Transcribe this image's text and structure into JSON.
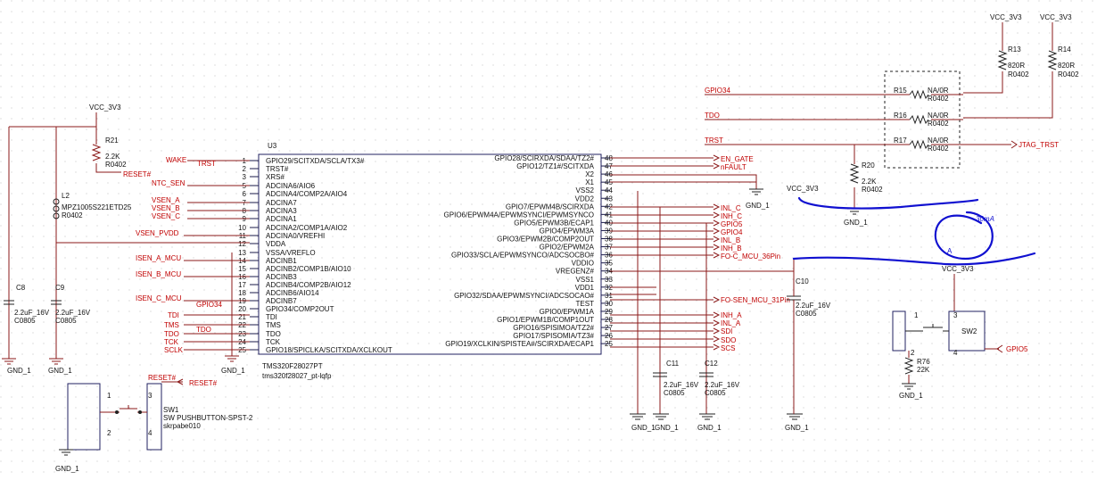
{
  "ic": {
    "ref": "U3",
    "part": "TMS320F28027PT",
    "footprint": "tms320f28027_pt-lqfp",
    "left_pins": [
      {
        "num": "1",
        "name": "GPIO29/SCITXDA/SCLA/TX3#"
      },
      {
        "num": "2",
        "name": "TRST#"
      },
      {
        "num": "3",
        "name": "XRS#"
      },
      {
        "num": "5",
        "name": "ADCINA6/AIO6"
      },
      {
        "num": "6",
        "name": "ADCINA4/COMP2A/AIO4"
      },
      {
        "num": "7",
        "name": "ADCINA7"
      },
      {
        "num": "8",
        "name": "ADCINA3"
      },
      {
        "num": "9",
        "name": "ADCINA1"
      },
      {
        "num": "10",
        "name": "ADCINA2/COMP1A/AIO2"
      },
      {
        "num": "11",
        "name": "ADCINA0/VREFHI"
      },
      {
        "num": "12",
        "name": "VDDA"
      },
      {
        "num": "13",
        "name": "VSSA/VREFLO"
      },
      {
        "num": "14",
        "name": "ADCINB1"
      },
      {
        "num": "15",
        "name": "ADCINB2/COMP1B/AIO10"
      },
      {
        "num": "16",
        "name": "ADCINB3"
      },
      {
        "num": "17",
        "name": "ADCINB4/COMP2B/AIO12"
      },
      {
        "num": "18",
        "name": "ADCINB6/AIO14"
      },
      {
        "num": "19",
        "name": "ADCINB7"
      },
      {
        "num": "20",
        "name": "GPIO34/COMP2OUT"
      },
      {
        "num": "21",
        "name": "TDI"
      },
      {
        "num": "22",
        "name": "TMS"
      },
      {
        "num": "23",
        "name": "TDO"
      },
      {
        "num": "24",
        "name": "TCK"
      },
      {
        "num": "25",
        "name": "GPIO18/SPICLKA/SCITXDA/XCLKOUT"
      }
    ],
    "right_pins": [
      {
        "num": "48",
        "name": "GPIO28/SCIRXDA/SDAA/TZ2#"
      },
      {
        "num": "47",
        "name": "GPIO12/TZ1#/SCITXDA"
      },
      {
        "num": "46",
        "name": "X2"
      },
      {
        "num": "45",
        "name": "X1"
      },
      {
        "num": "44",
        "name": "VSS2"
      },
      {
        "num": "43",
        "name": "VDD2"
      },
      {
        "num": "42",
        "name": "GPIO7/EPWM4B/SCIRXDA"
      },
      {
        "num": "41",
        "name": "GPIO6/EPWM4A/EPWMSYNCI/EPWMSYNCO"
      },
      {
        "num": "40",
        "name": "GPIO5/EPWM3B/ECAP1"
      },
      {
        "num": "39",
        "name": "GPIO4/EPWM3A"
      },
      {
        "num": "38",
        "name": "GPIO3/EPWM2B/COMP2OUT"
      },
      {
        "num": "37",
        "name": "GPIO2/EPWM2A"
      },
      {
        "num": "36",
        "name": "GPIO33/SCLA/EPWMSYNCO/ADCSOCBO#"
      },
      {
        "num": "35",
        "name": "VDDIO"
      },
      {
        "num": "34",
        "name": "VREGENZ#"
      },
      {
        "num": "33",
        "name": "VSS1"
      },
      {
        "num": "32",
        "name": "VDD1"
      },
      {
        "num": "31",
        "name": "GPIO32/SDAA/EPWMSYNCI/ADCSOCAO#"
      },
      {
        "num": "30",
        "name": "TEST"
      },
      {
        "num": "29",
        "name": "GPIO0/EPWM1A"
      },
      {
        "num": "28",
        "name": "GPIO1/EPWM1B/COMP1OUT"
      },
      {
        "num": "27",
        "name": "GPIO16/SPISIMOA/TZ2#"
      },
      {
        "num": "26",
        "name": "GPIO17/SPISOMIA/TZ3#"
      },
      {
        "num": "25",
        "name": "GPIO19/XCLKIN/SPISTEA#/SCIRXDA/ECAP1"
      }
    ]
  },
  "left_nets": [
    "WAKE",
    "RESET#",
    "NTC_SEN",
    "VSEN_A",
    "VSEN_B",
    "VSEN_C",
    "VSEN_PVDD",
    "ISEN_A_MCU",
    "ISEN_B_MCU",
    "ISEN_C_MCU",
    "TDI",
    "TMS",
    "TDO",
    "TCK",
    "SCLK"
  ],
  "pin_nets": {
    "trst": "TRST",
    "reset": "RESET#",
    "gpio34": "GPIO34",
    "tdo": "TDO"
  },
  "right_nets": [
    "EN_GATE",
    "nFAULT",
    "INL_C",
    "INH_C",
    "GPIO5",
    "GPIO4",
    "INL_B",
    "INH_B",
    "FO-C_MCU_36Pin",
    "FO-SEN_MCU_31Pin",
    "INH_A",
    "INL_A",
    "SDI",
    "SDO",
    "SCS"
  ],
  "power": {
    "vcc": "VCC_3V3",
    "gnd": "GND_1"
  },
  "parts": {
    "r21": {
      "ref": "R21",
      "val": "2.2K",
      "pkg": "R0402"
    },
    "l2": {
      "ref": "L2",
      "val": "MPZ1005S221ETD25",
      "pkg": "R0402"
    },
    "c8": {
      "ref": "C8",
      "val": "2.2uF_16V",
      "pkg": "C0805"
    },
    "c9": {
      "ref": "C9",
      "val": "2.2uF_16V",
      "pkg": "C0805"
    },
    "c10": {
      "ref": "C10",
      "val": "2.2uF_16V",
      "pkg": "C0805"
    },
    "c11": {
      "ref": "C11",
      "val": "2.2uF_16V",
      "pkg": "C0805"
    },
    "c12": {
      "ref": "C12",
      "val": "2.2uF_16V",
      "pkg": "C0805"
    },
    "r13": {
      "ref": "R13",
      "val": "820R",
      "pkg": "R0402"
    },
    "r14": {
      "ref": "R14",
      "val": "820R",
      "pkg": "R0402"
    },
    "r15": {
      "ref": "R15",
      "val": "NA/0R",
      "pkg": "R0402"
    },
    "r16": {
      "ref": "R16",
      "val": "NA/0R",
      "pkg": "R0402"
    },
    "r17": {
      "ref": "R17",
      "val": "NA/0R",
      "pkg": "R0402"
    },
    "r20": {
      "ref": "R20",
      "val": "2.2K",
      "pkg": "R0402"
    },
    "r76": {
      "ref": "R76",
      "val": "22K"
    },
    "sw1": {
      "ref": "SW1",
      "val": "SW PUSHBUTTON-SPST-2",
      "pkg": "skrpabe010",
      "net": "RESET#"
    },
    "sw2": {
      "ref": "SW2",
      "net": "GPIO5"
    }
  },
  "jtag": {
    "gpio34": "GPIO34",
    "tdo": "TDO",
    "trst": "TRST",
    "out": "JTAG_TRST"
  },
  "annotation": {
    "text": "30mA",
    "letter": "A"
  },
  "colors": {
    "wire": "#8b1a1a",
    "net": "#c00000",
    "ink": "#1010d0"
  }
}
